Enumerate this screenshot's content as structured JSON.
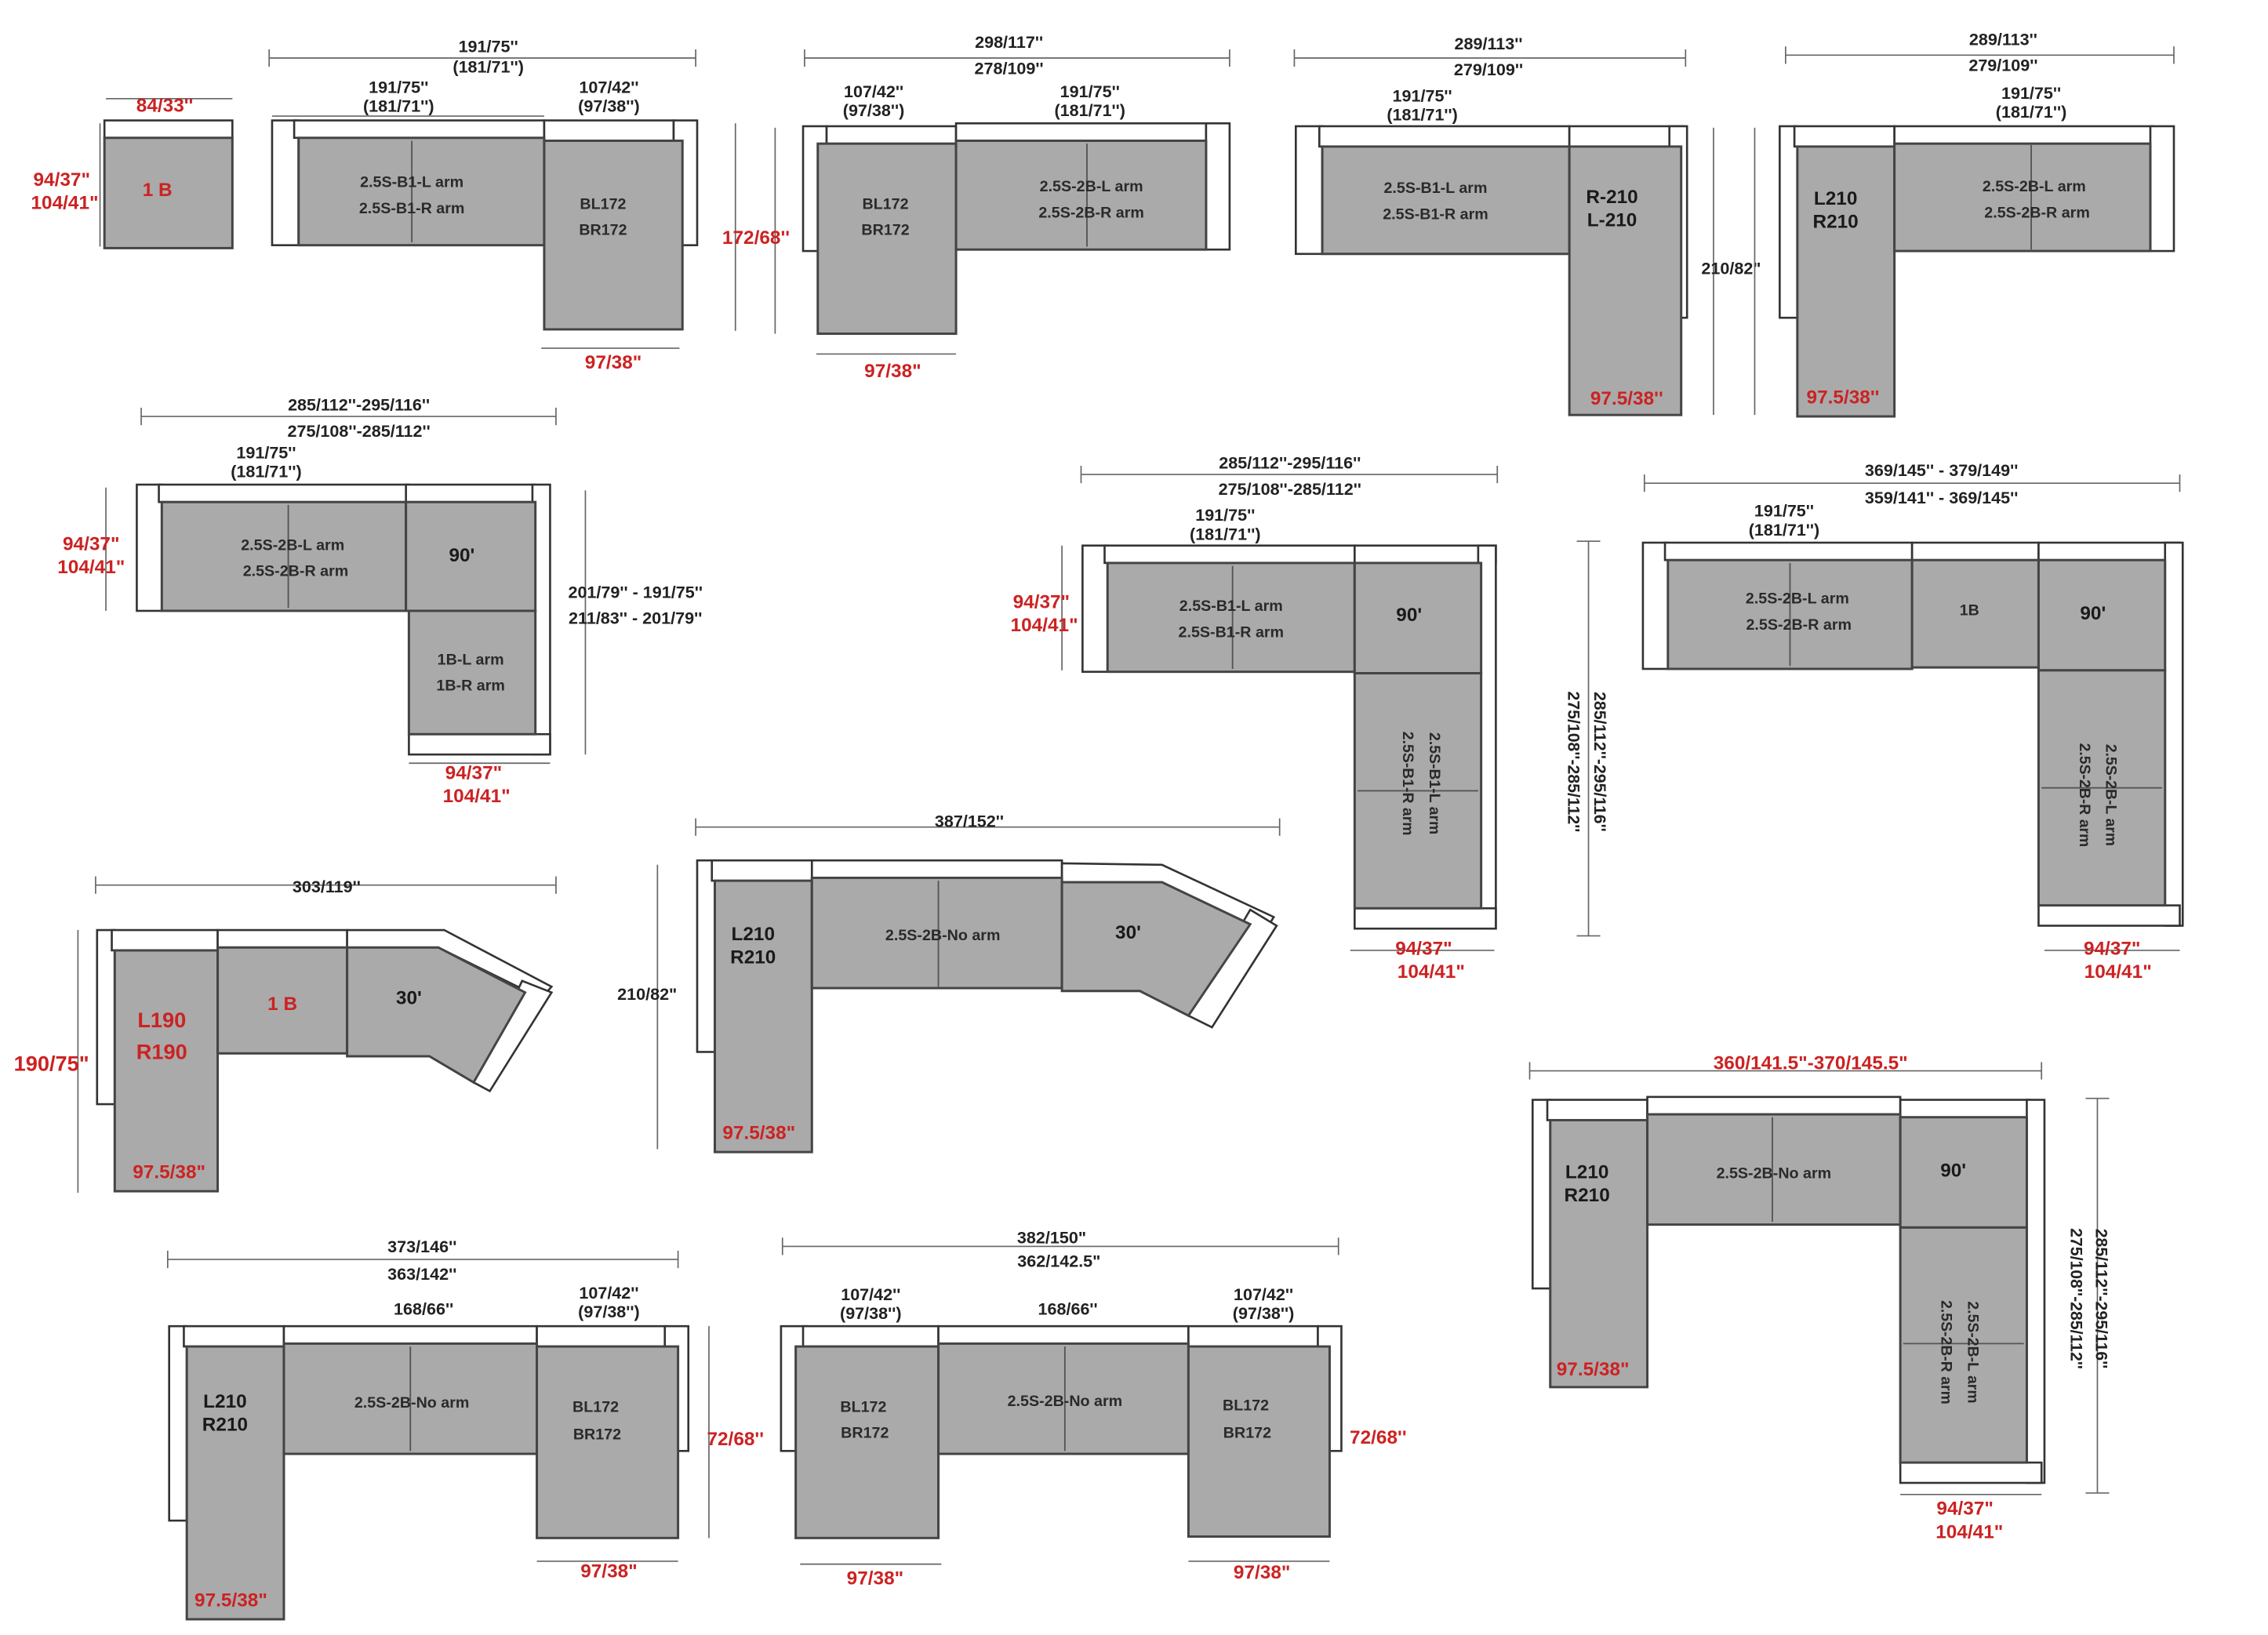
{
  "colors": {
    "seat": "#aaaaaa",
    "back": "#ffffff",
    "outline": "#333333",
    "dimension_text": "#222222",
    "depth_text_red": "#cc2222"
  },
  "layouts": [
    {
      "id": "single-1b",
      "width_label": "84/33''",
      "depth_label_1": "94/37\"",
      "depth_label_2": "104/41\"",
      "module_label": "1 B"
    },
    {
      "id": "sofa-with-chaise-a",
      "total_label_1": "191/75''",
      "total_label_2": "(181/71'')",
      "sofa_width_1": "191/75''",
      "sofa_width_2": "(181/71'')",
      "chaise_width_1": "107/42''",
      "chaise_width_2": "(97/38'')",
      "sofa_label_1": "2.5S-B1-L arm",
      "sofa_label_2": "2.5S-B1-R arm",
      "chaise_label_1": "BL172",
      "chaise_label_2": "BR172",
      "chaise_bottom": "97/38\""
    },
    {
      "id": "chaise-with-sofa-b",
      "total_label_1": "298/117''",
      "total_label_2": "278/109''",
      "chaise_width_1": "107/42''",
      "chaise_width_2": "(97/38'')",
      "sofa_width_1": "191/75''",
      "sofa_width_2": "(181/71'')",
      "side_depth": "172/68''",
      "chaise_label_1": "BL172",
      "chaise_label_2": "BR172",
      "sofa_label_1": "2.5S-2B-L arm",
      "sofa_label_2": "2.5S-2B-R arm",
      "chaise_bottom": "97/38\""
    },
    {
      "id": "sofa-with-longchair-c",
      "total_label_1": "289/113''",
      "total_label_2": "279/109''",
      "sofa_width_1": "191/75''",
      "sofa_width_2": "(181/71'')",
      "sofa_label_1": "2.5S-B1-L arm",
      "sofa_label_2": "2.5S-B1-R arm",
      "long_label_1": "R-210",
      "long_label_2": "L-210",
      "side_depth": "210/82\"",
      "long_bottom": "97.5/38''"
    },
    {
      "id": "longchair-with-sofa-d",
      "total_label_1": "289/113''",
      "total_label_2": "279/109''",
      "sofa_width_1": "191/75''",
      "sofa_width_2": "(181/71'')",
      "long_label_1": "L210",
      "long_label_2": "R210",
      "sofa_label_1": "2.5S-2B-L arm",
      "sofa_label_2": "2.5S-2B-R arm",
      "long_bottom": "97.5/38''"
    },
    {
      "id": "corner-e",
      "total_label_1": "285/112''-295/116''",
      "total_label_2": "275/108''-285/112''",
      "sofa_width_1": "191/75''",
      "sofa_width_2": "(181/71'')",
      "depth_label_1": "94/37\"",
      "depth_label_2": "104/41\"",
      "sofa_label_1": "2.5S-2B-L arm",
      "sofa_label_2": "2.5S-2B-R arm",
      "corner_label": "90'",
      "side_label_1": "201/79'' - 191/75''",
      "side_label_2": "211/83'' - 201/79''",
      "chair_label_1": "1B-L arm",
      "chair_label_2": "1B-R arm",
      "bottom_depth_1": "94/37\"",
      "bottom_depth_2": "104/41\""
    },
    {
      "id": "corner-f",
      "total_label_1": "285/112''-295/116''",
      "total_label_2": "275/108''-285/112''",
      "sofa_width_1": "191/75''",
      "sofa_width_2": "(181/71'')",
      "depth_label_1": "94/37\"",
      "depth_label_2": "104/41\"",
      "sofa_label_1": "2.5S-B1-L arm",
      "sofa_label_2": "2.5S-B1-R arm",
      "corner_label": "90'",
      "vert_label_1": "2.5S-B1-L arm",
      "vert_label_2": "2.5S-B1-R arm",
      "side_label_1": "285/112''-295/116''",
      "side_label_2": "275/108''-285/112''",
      "bottom_depth_1": "94/37\"",
      "bottom_depth_2": "104/41\""
    },
    {
      "id": "corner-g",
      "total_label_1": "369/145'' - 379/149''",
      "total_label_2": "359/141'' - 369/145''",
      "sofa_width_1": "191/75''",
      "sofa_width_2": "(181/71'')",
      "sofa_label_1": "2.5S-2B-L arm",
      "sofa_label_2": "2.5S-2B-R arm",
      "single_label": "1B",
      "corner_label": "90'",
      "vert_label_1": "2.5S-2B-L arm",
      "vert_label_2": "2.5S-2B-R arm",
      "bottom_depth_1": "94/37\"",
      "bottom_depth_2": "104/41\""
    },
    {
      "id": "angled-h",
      "total_label": "303/119''",
      "long_label_1": "L190",
      "long_label_2": "R190",
      "single_label": "1 B",
      "wedge_label": "30'",
      "side_depth": "190/75\"",
      "long_bottom": "97.5/38\""
    },
    {
      "id": "angled-i",
      "total_label": "387/152''",
      "long_label_1": "L210",
      "long_label_2": "R210",
      "sofa_label": "2.5S-2B-No arm",
      "wedge_label": "30'",
      "side_depth": "210/82\"",
      "long_bottom": "97.5/38\""
    },
    {
      "id": "u-shape-j",
      "total_label_1": "360/141.5\"-370/145.5\"",
      "long_label_1": "L210",
      "long_label_2": "R210",
      "sofa_label": "2.5S-2B-No arm",
      "corner_label": "90'",
      "vert_label_1": "2.5S-2B-L arm",
      "vert_label_2": "2.5S-2B-R arm",
      "side_label_1": "285/112''-295/116''",
      "side_label_2": "275/108''-285/112''",
      "long_bottom": "97.5/38\"",
      "bottom_depth_1": "94/37\"",
      "bottom_depth_2": "104/41\""
    },
    {
      "id": "u-shape-k",
      "total_label_1": "373/146''",
      "total_label_2": "363/142''",
      "sofa_width": "168/66''",
      "chaise_width_1": "107/42''",
      "chaise_width_2": "(97/38'')",
      "long_label_1": "L210",
      "long_label_2": "R210",
      "sofa_label": "2.5S-2B-No arm",
      "chaise_label_1": "BL172",
      "chaise_label_2": "BR172",
      "side_depth": "72/68''",
      "long_bottom": "97.5/38\"",
      "chaise_bottom": "97/38\""
    },
    {
      "id": "u-shape-l",
      "total_label_1": "382/150\"",
      "total_label_2": "362/142.5\"",
      "sofa_width": "168/66''",
      "left_width_1": "107/42''",
      "left_width_2": "(97/38'')",
      "right_width_1": "107/42''",
      "right_width_2": "(97/38'')",
      "left_label_1": "BL172",
      "left_label_2": "BR172",
      "sofa_label": "2.5S-2B-No arm",
      "right_label_1": "BL172",
      "right_label_2": "BR172",
      "side_depth": "72/68''",
      "left_bottom": "97/38\"",
      "right_bottom": "97/38\""
    }
  ]
}
